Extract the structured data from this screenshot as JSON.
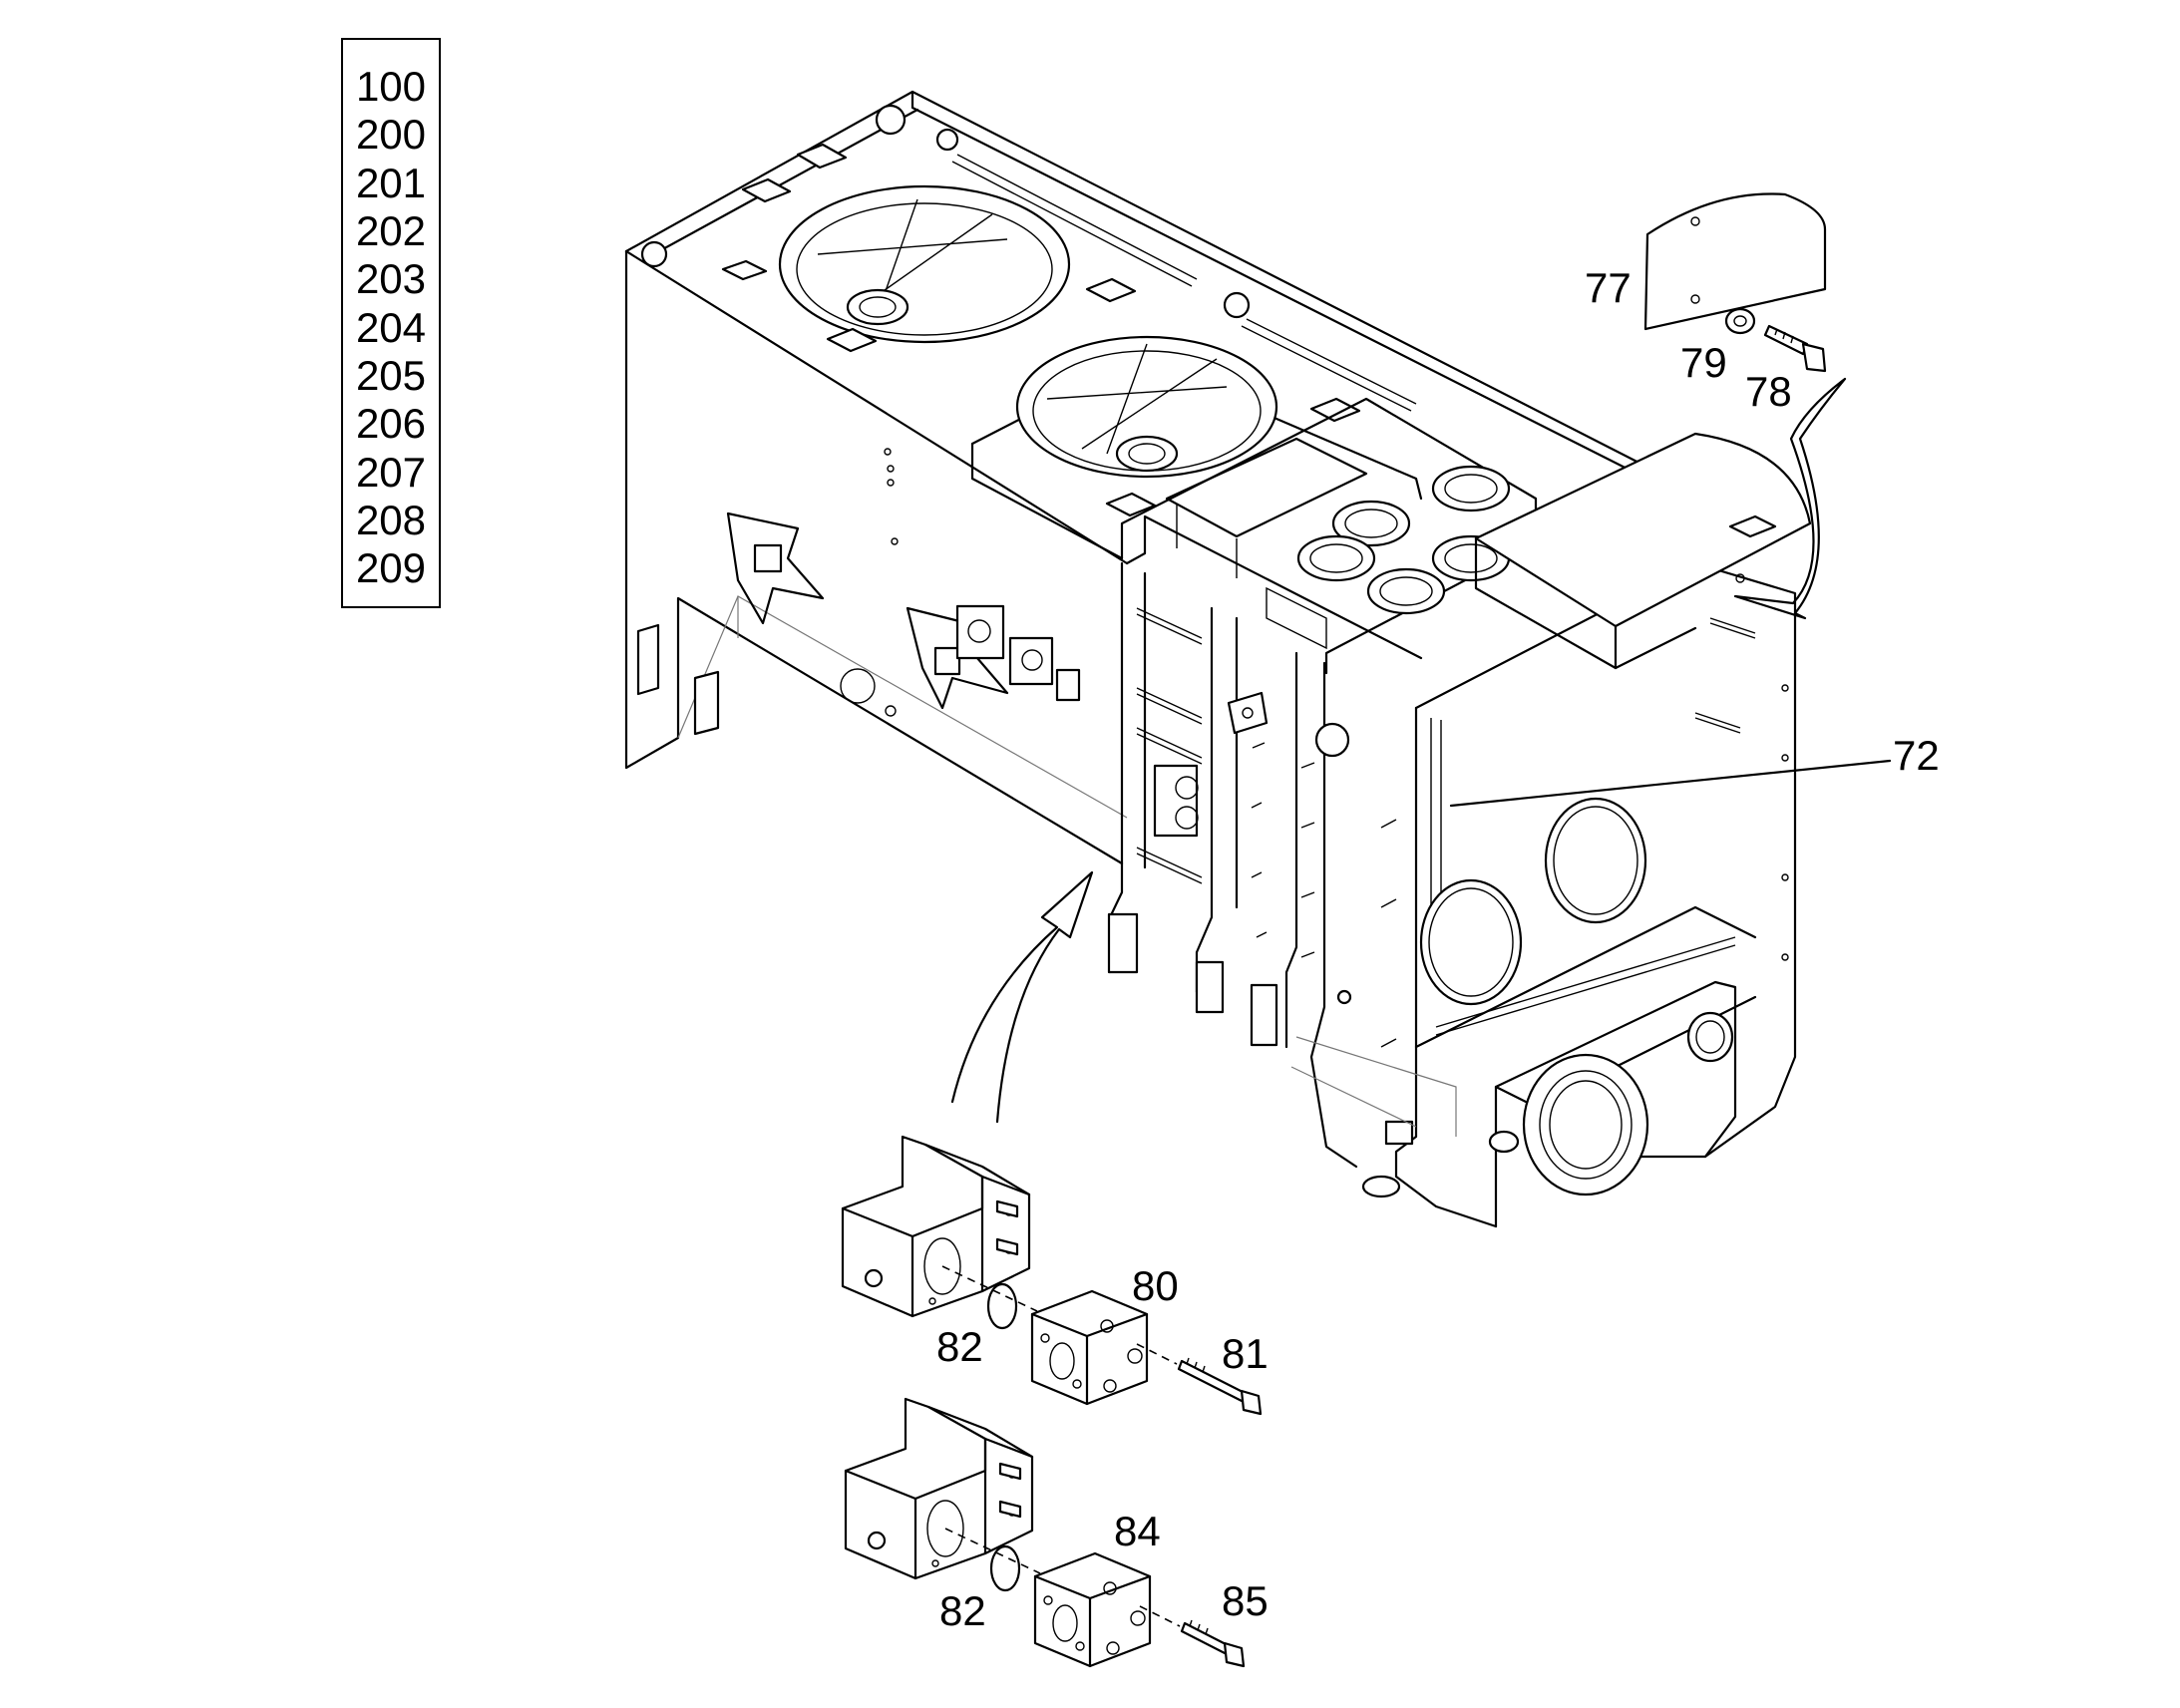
{
  "variants": [
    "100",
    "200",
    "201",
    "202",
    "203",
    "204",
    "205",
    "206",
    "207",
    "208",
    "209"
  ],
  "callouts": {
    "c72": "72",
    "c77": "77",
    "c78": "78",
    "c79": "79",
    "c80": "80",
    "c81": "81",
    "c82a": "82",
    "c82b": "82",
    "c84": "84",
    "c85": "85"
  }
}
